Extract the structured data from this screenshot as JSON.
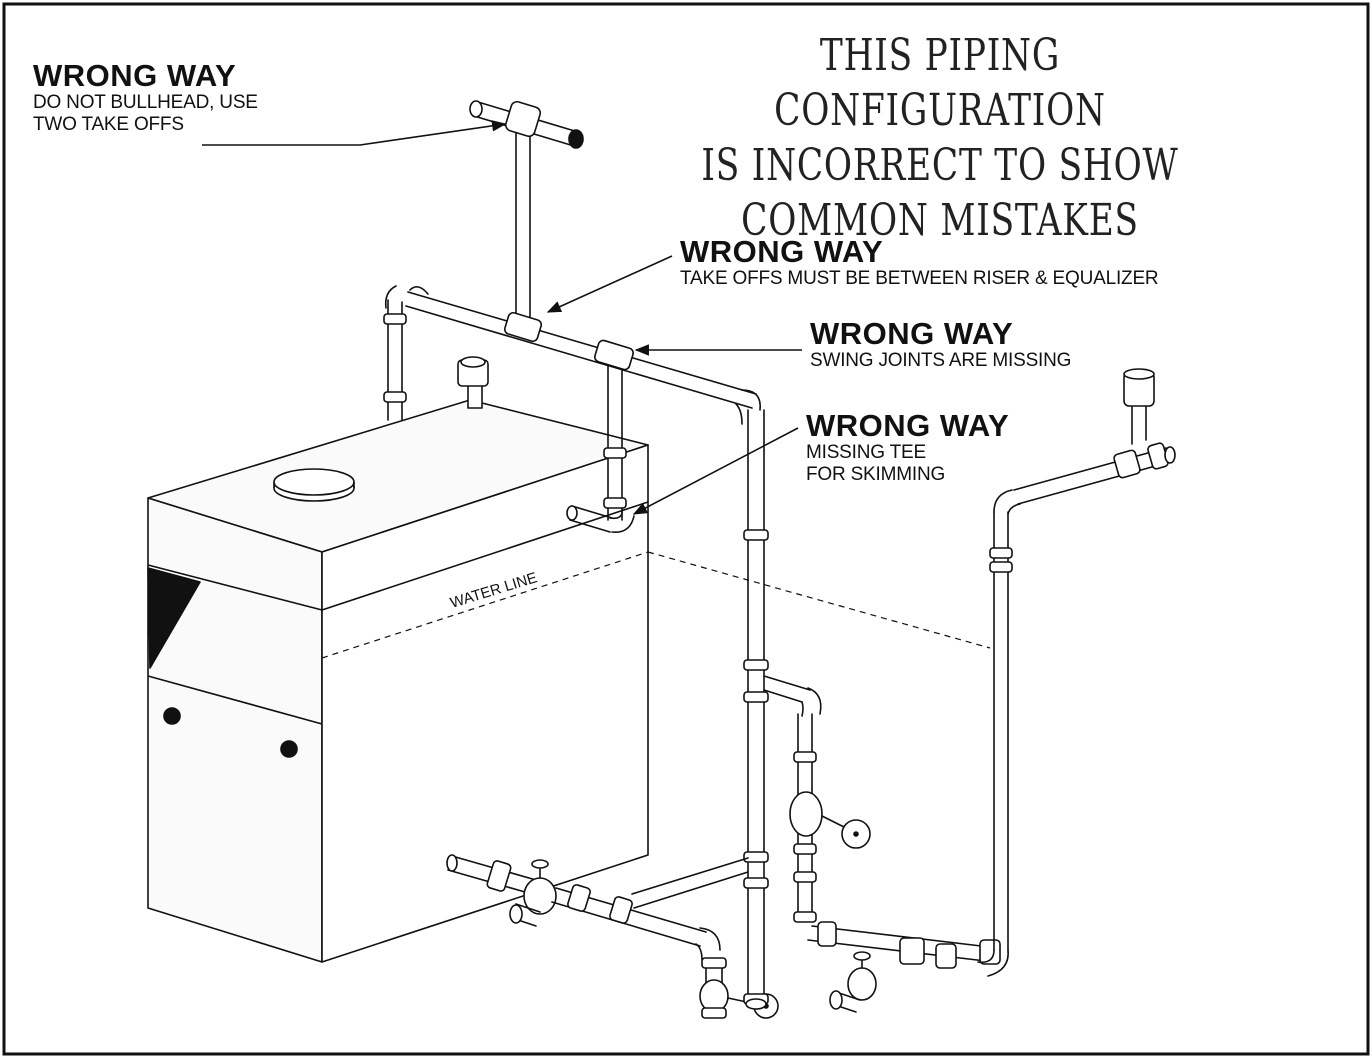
{
  "banner": {
    "line1": "THIS PIPING CONFIGURATION",
    "line2": "IS INCORRECT TO SHOW",
    "line3": "COMMON MISTAKES"
  },
  "callouts": [
    {
      "heading": "WRONG WAY",
      "line1": "DO NOT BULLHEAD, USE",
      "line2": "TWO TAKE OFFS"
    },
    {
      "heading": "WRONG WAY",
      "line1": "TAKE OFFS MUST BE BETWEEN RISER & EQUALIZER",
      "line2": ""
    },
    {
      "heading": "WRONG WAY",
      "line1": "SWING JOINTS ARE MISSING",
      "line2": ""
    },
    {
      "heading": "WRONG WAY",
      "line1": "MISSING TEE",
      "line2": "FOR SKIMMING"
    }
  ],
  "boiler": {
    "water_line_label": "WATER LINE"
  },
  "colors": {
    "ink": "#111111",
    "pipe_fill": "#ffffff",
    "boiler_fill": "#fafafa",
    "background": "#ffffff"
  }
}
